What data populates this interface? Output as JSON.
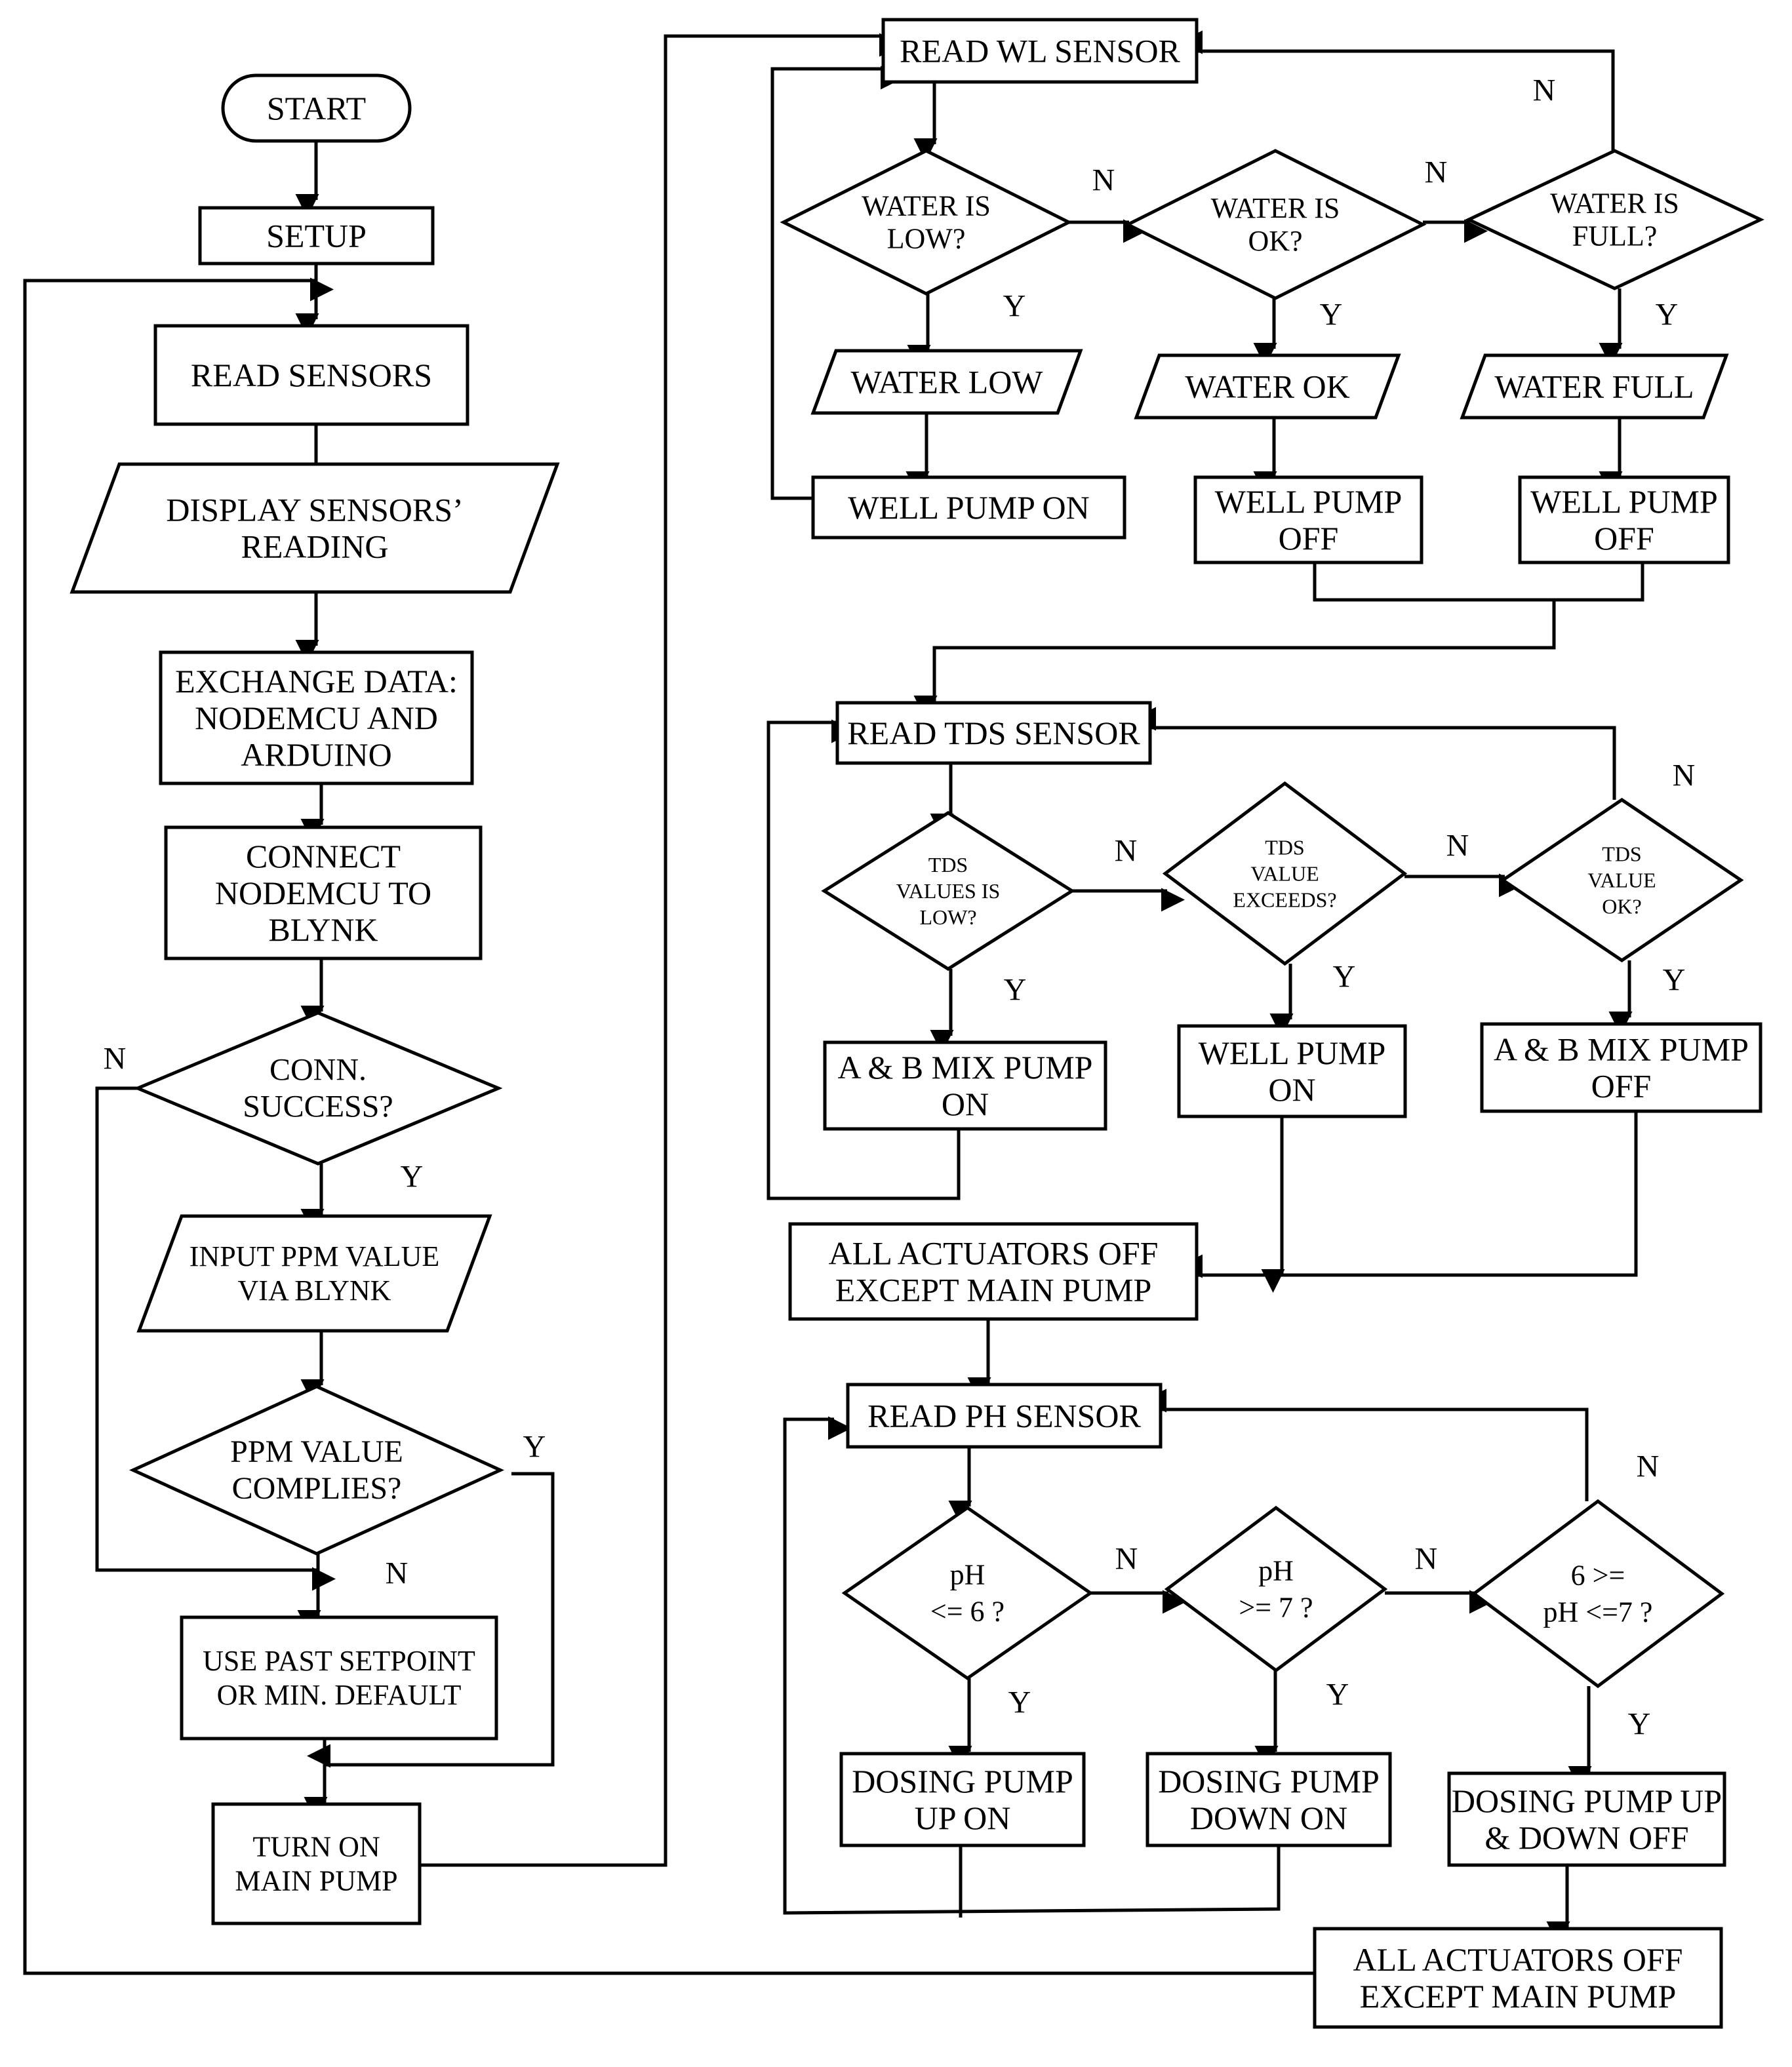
{
  "nodes": {
    "start": "START",
    "setup": "SETUP",
    "read_sensors": "READ SENSORS",
    "display": [
      "DISPLAY SENSORS’",
      "READING"
    ],
    "exchange": [
      "EXCHANGE DATA:",
      "NODEMCU AND",
      "ARDUINO"
    ],
    "connect": [
      "CONNECT",
      "NODEMCU TO",
      "BLYNK"
    ],
    "conn_success": [
      "CONN.",
      "SUCCESS?"
    ],
    "input_ppm": [
      "INPUT PPM VALUE",
      "VIA BLYNK"
    ],
    "ppm_complies": [
      "PPM VALUE",
      "COMPLIES?"
    ],
    "use_past": [
      "USE PAST SETPOINT",
      "OR MIN. DEFAULT"
    ],
    "turn_on_main": [
      "TURN ON",
      "MAIN PUMP"
    ],
    "read_wl": "READ WL SENSOR",
    "water_low_q": [
      "WATER IS",
      "LOW?"
    ],
    "water_ok_q": [
      "WATER IS",
      "OK?"
    ],
    "water_full_q": [
      "WATER IS",
      "FULL?"
    ],
    "water_low": "WATER LOW",
    "water_ok": "WATER OK",
    "water_full": "WATER FULL",
    "well_pump_on": "WELL PUMP ON",
    "well_pump_off_1": [
      "WELL PUMP",
      "OFF"
    ],
    "well_pump_off_2": [
      "WELL PUMP",
      "OFF"
    ],
    "read_tds": "READ TDS SENSOR",
    "tds_low_q": [
      "TDS",
      "VALUES IS",
      "LOW?"
    ],
    "tds_exceeds_q": [
      "TDS",
      "VALUE",
      "EXCEEDS?"
    ],
    "tds_ok_q": [
      "TDS",
      "VALUE",
      "OK?"
    ],
    "ab_mix_on": [
      "A & B MIX PUMP",
      "ON"
    ],
    "well_pump_on_2": [
      "WELL PUMP",
      "ON"
    ],
    "ab_mix_off": [
      "A & B MIX PUMP",
      "OFF"
    ],
    "all_off_1": [
      "ALL ACTUATORS OFF",
      "EXCEPT MAIN PUMP"
    ],
    "read_ph": "READ PH SENSOR",
    "ph_le6_q": [
      "pH",
      "<= 6  ?"
    ],
    "ph_ge7_q": [
      "pH",
      ">= 7  ?"
    ],
    "ph_range_q": [
      "6 >=",
      "pH <=7  ?"
    ],
    "dosing_up_on": [
      "DOSING PUMP",
      "UP ON"
    ],
    "dosing_down_on": [
      "DOSING PUMP",
      "DOWN  ON"
    ],
    "dosing_off": [
      "DOSING PUMP UP",
      "& DOWN  OFF"
    ],
    "all_off_2": [
      "ALL ACTUATORS OFF",
      "EXCEPT MAIN PUMP"
    ]
  },
  "labels": {
    "yes": "Y",
    "no": "N"
  }
}
